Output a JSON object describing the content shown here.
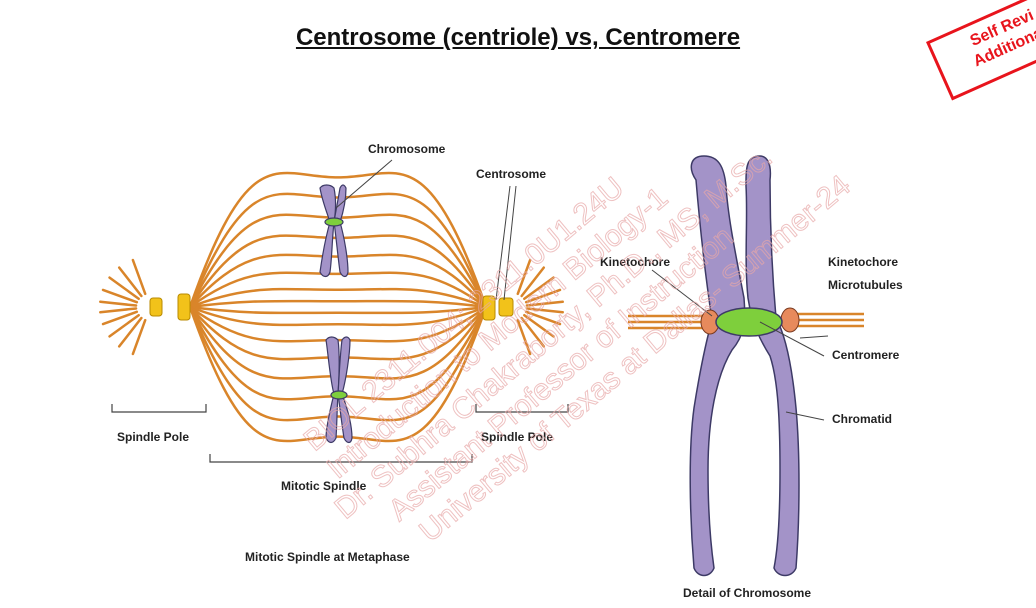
{
  "title": "Centrosome (centriole) vs, Centromere",
  "stamp": {
    "line1": "Self Revi",
    "line2": "Additional"
  },
  "labels": {
    "chromosome": "Chromosome",
    "centrosome": "Centrosome",
    "spindle_pole_left": "Spindle Pole",
    "spindle_pole_right": "Spindle Pole",
    "mitotic_spindle": "Mitotic Spindle",
    "mitotic_spindle_metaphase": "Mitotic Spindle at Metaphase",
    "kinetochore_left": "Kinetochore",
    "kinetochore_right": "Kinetochore",
    "microtubules": "Microtubules",
    "centromere": "Centromere",
    "chromatid": "Chromatid",
    "detail_of_chromosome": "Detail of Chromosome"
  },
  "watermark": [
    "BIOL 2311.004; 2311.0U1.24U",
    "Introduction to Modern Biology-1",
    "Dr. Subhra Chakraborty, Ph.D., MS, M.Sc.",
    "Assistant Professor of Instruction",
    "University of Texas at Dallas- Summer-24"
  ],
  "colors": {
    "spindle": "#d9852a",
    "centrosome": "#f2c21a",
    "chromosome": "#a393c8",
    "chromosome_outline": "#3d3a66",
    "centromere": "#7ecf3c",
    "stamp": "#e8141c"
  }
}
